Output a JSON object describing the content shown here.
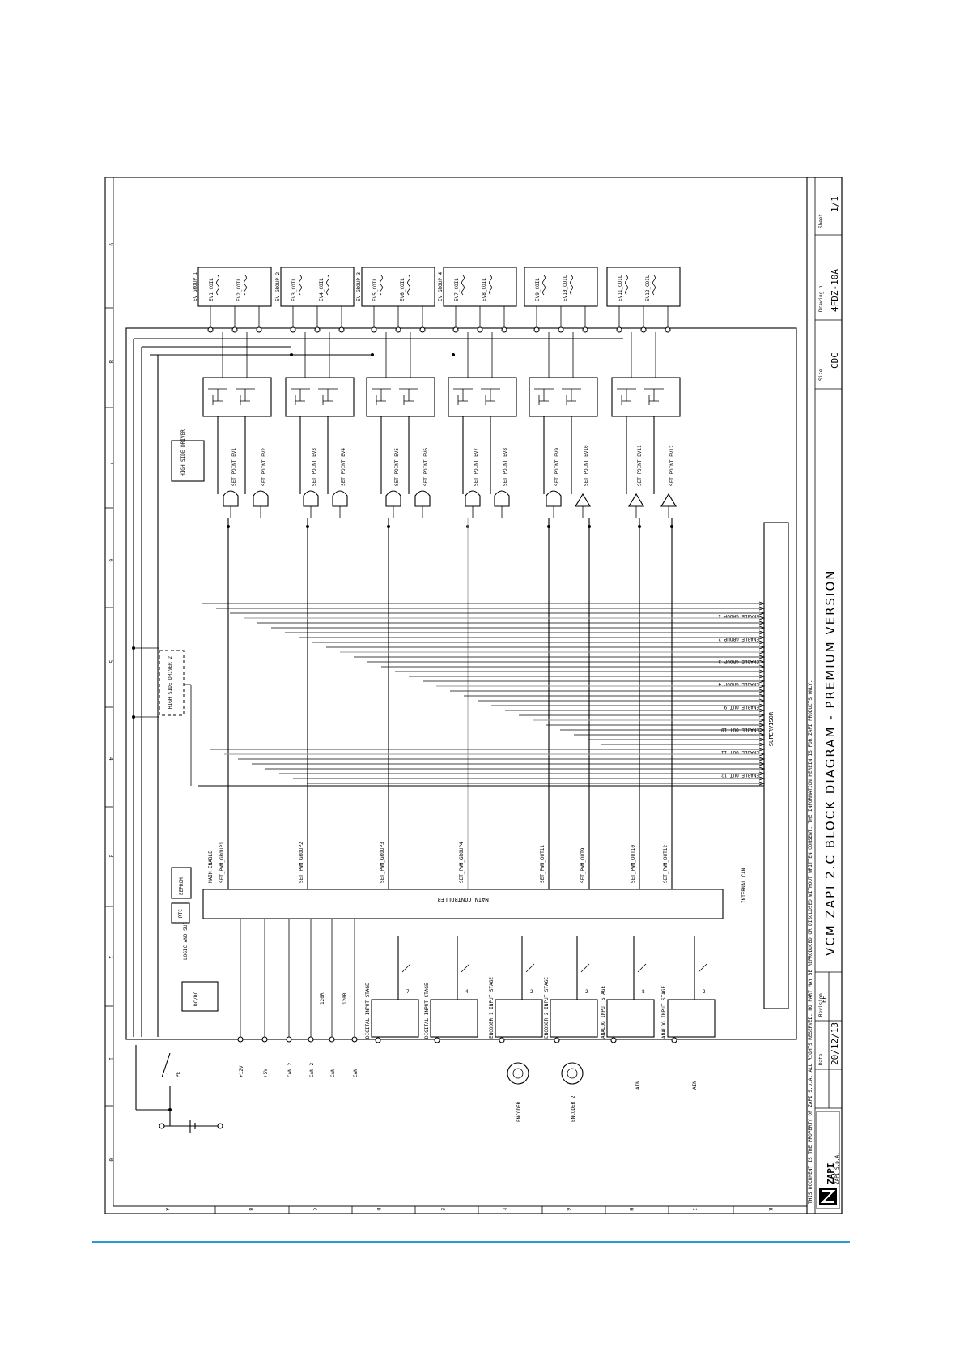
{
  "title_block": {
    "title": "VCM ZAPI 2.C BLOCK DIAGRAM - PREMIUM VERSION",
    "drawing_no_label": "Drawing n.",
    "drawing_no": "4FDZ-10A",
    "sheet_label": "Sheet",
    "sheet": "1/1",
    "size_label": "Size",
    "size": "CDC",
    "revision_label": "Revision",
    "revision": "FF",
    "date_label": "Date",
    "date": "20/12/13",
    "company": "ZAPI",
    "company_sub": "ZAPI S.p.A."
  },
  "notes": {
    "copyright": "THIS DOCUMENT IS THE PROPERTY OF ZAPI S.p.A. ALL RIGHTS RESERVED. NO PART MAY BE REPRODUCED OR DISCLOSED WITHOUT WRITTEN CONSENT. THE INFORMATION HEREIN IS FOR ZAPI PRODUCTS ONLY."
  },
  "grid": {
    "columns": [
      "A",
      "B",
      "C",
      "D",
      "E",
      "F",
      "G",
      "H",
      "I",
      "K"
    ],
    "rows": [
      "9",
      "8",
      "7",
      "6",
      "5",
      "4",
      "3",
      "2",
      "1",
      "0"
    ]
  },
  "blocks": {
    "main_controller": "MAIN CONTROLLER",
    "supervisor": "SUPERVISOR",
    "dcdc": "DC/DC",
    "logic_supply": "LOGIC AND SUPPLY",
    "eeprom": "EEPROM",
    "rtc": "RTC",
    "high_side_driver": "HIGH SIDE DRIVER",
    "high_side_driver_2": "HIGH SIDE DRIVER 2",
    "main_enable": "MAIN ENABLE",
    "internal_can": "INTERNAL CAN"
  },
  "coil_groups": [
    {
      "label": "EV GROUP 1",
      "coils": [
        "EV1_COIL",
        "EV2_COIL"
      ]
    },
    {
      "label": "EV GROUP 2",
      "coils": [
        "EV3_COIL",
        "EV4_COIL"
      ]
    },
    {
      "label": "EV GROUP 3",
      "coils": [
        "EV5_COIL",
        "EV6_COIL"
      ]
    },
    {
      "label": "EV GROUP 4",
      "coils": [
        "EV7_COIL",
        "EV8_COIL"
      ]
    },
    {
      "label": "",
      "coils": [
        "EV9_COIL",
        "EV10_COIL"
      ]
    },
    {
      "label": "",
      "coils": [
        "EV11_COIL",
        "EV12_COIL"
      ]
    }
  ],
  "pwm_signals": [
    "SET_PWM_GROUP1",
    "SET_PWM_GROUP2",
    "SET_PWM_GROUP3",
    "SET_PWM_GROUP4",
    "SET_PWM_OUT11",
    "SET_PWM_OUT9",
    "SET_PWM_OUT10",
    "SET_PWM_OUT12"
  ],
  "setpoint_signals": [
    "SET POINT EV1",
    "SET POINT EV2",
    "SET POINT EV3",
    "SET POINT EV4",
    "SET POINT EV5",
    "SET POINT EV6",
    "SET POINT EV7",
    "SET POINT EV8",
    "SET POINT EV9",
    "SET POINT EV10",
    "SET POINT EV11",
    "SET POINT EV12"
  ],
  "connectors": [
    "+12V",
    "+5V",
    "CAN 2",
    "CAN 2",
    "CAN",
    "CAN",
    "120R",
    "120R",
    "PE"
  ],
  "inputs": [
    {
      "label": "DIGITAL INPUT STAGE",
      "bus": "7"
    },
    {
      "label": "DIGITAL INPUT STAGE",
      "bus": "4"
    },
    {
      "label": "ENCODER 1 INPUT STAGE",
      "bus": "2"
    },
    {
      "label": "ENCODER 2 INPUT STAGE",
      "bus": "2"
    },
    {
      "label": "ANALOG INPUT STAGE",
      "bus": "8"
    },
    {
      "label": "ANALOG INPUT STAGE",
      "bus": "2"
    }
  ],
  "sources": [
    "ENCODER",
    "ENCODER 2",
    "AIN",
    "AIN"
  ],
  "enables": [
    "ENABLE GROUP 1",
    "ENABLE GROUP 2",
    "ENABLE GROUP 3",
    "ENABLE GROUP 4",
    "ENABLE OUT 9",
    "ENABLE OUT 10",
    "ENABLE OUT 11",
    "ENABLE OUT 12"
  ]
}
